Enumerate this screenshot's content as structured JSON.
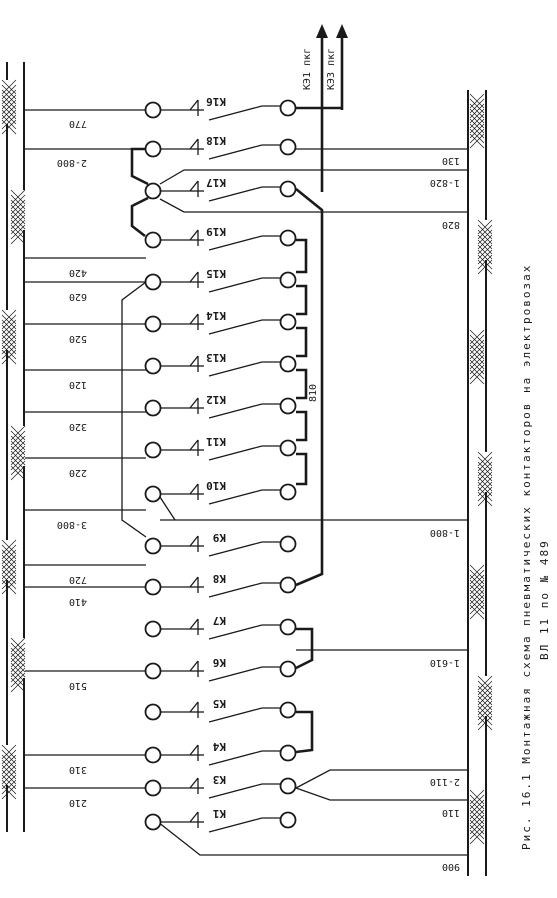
{
  "figure": {
    "caption": "Рис. 16.1  Монтажная схема пневматических контакторов на электровозах",
    "caption_line2": "ВЛ 11 по № 489"
  },
  "outputs": [
    "КЭ1 пкг",
    "КЭ3 пкг"
  ],
  "contactors": [
    {
      "label": "К16"
    },
    {
      "label": "К18"
    },
    {
      "label": "К17"
    },
    {
      "label": "К19"
    },
    {
      "label": "К15"
    },
    {
      "label": "К14"
    },
    {
      "label": "К13"
    },
    {
      "label": "К12"
    },
    {
      "label": "К11"
    },
    {
      "label": "К10"
    },
    {
      "label": "К9"
    },
    {
      "label": "К8"
    },
    {
      "label": "К7"
    },
    {
      "label": "К6"
    },
    {
      "label": "К5"
    },
    {
      "label": "К4"
    },
    {
      "label": "К3"
    },
    {
      "label": "К1"
    }
  ],
  "left_wires": [
    "770",
    "2-800",
    "420",
    "620",
    "520",
    "120",
    "320",
    "220",
    "3-800",
    "720",
    "410",
    "510",
    "310",
    "210"
  ],
  "right_wires": [
    "130",
    "1-820",
    "820",
    "1-800",
    "1-610",
    "2-110",
    "110",
    "900"
  ],
  "center_wire": "810"
}
